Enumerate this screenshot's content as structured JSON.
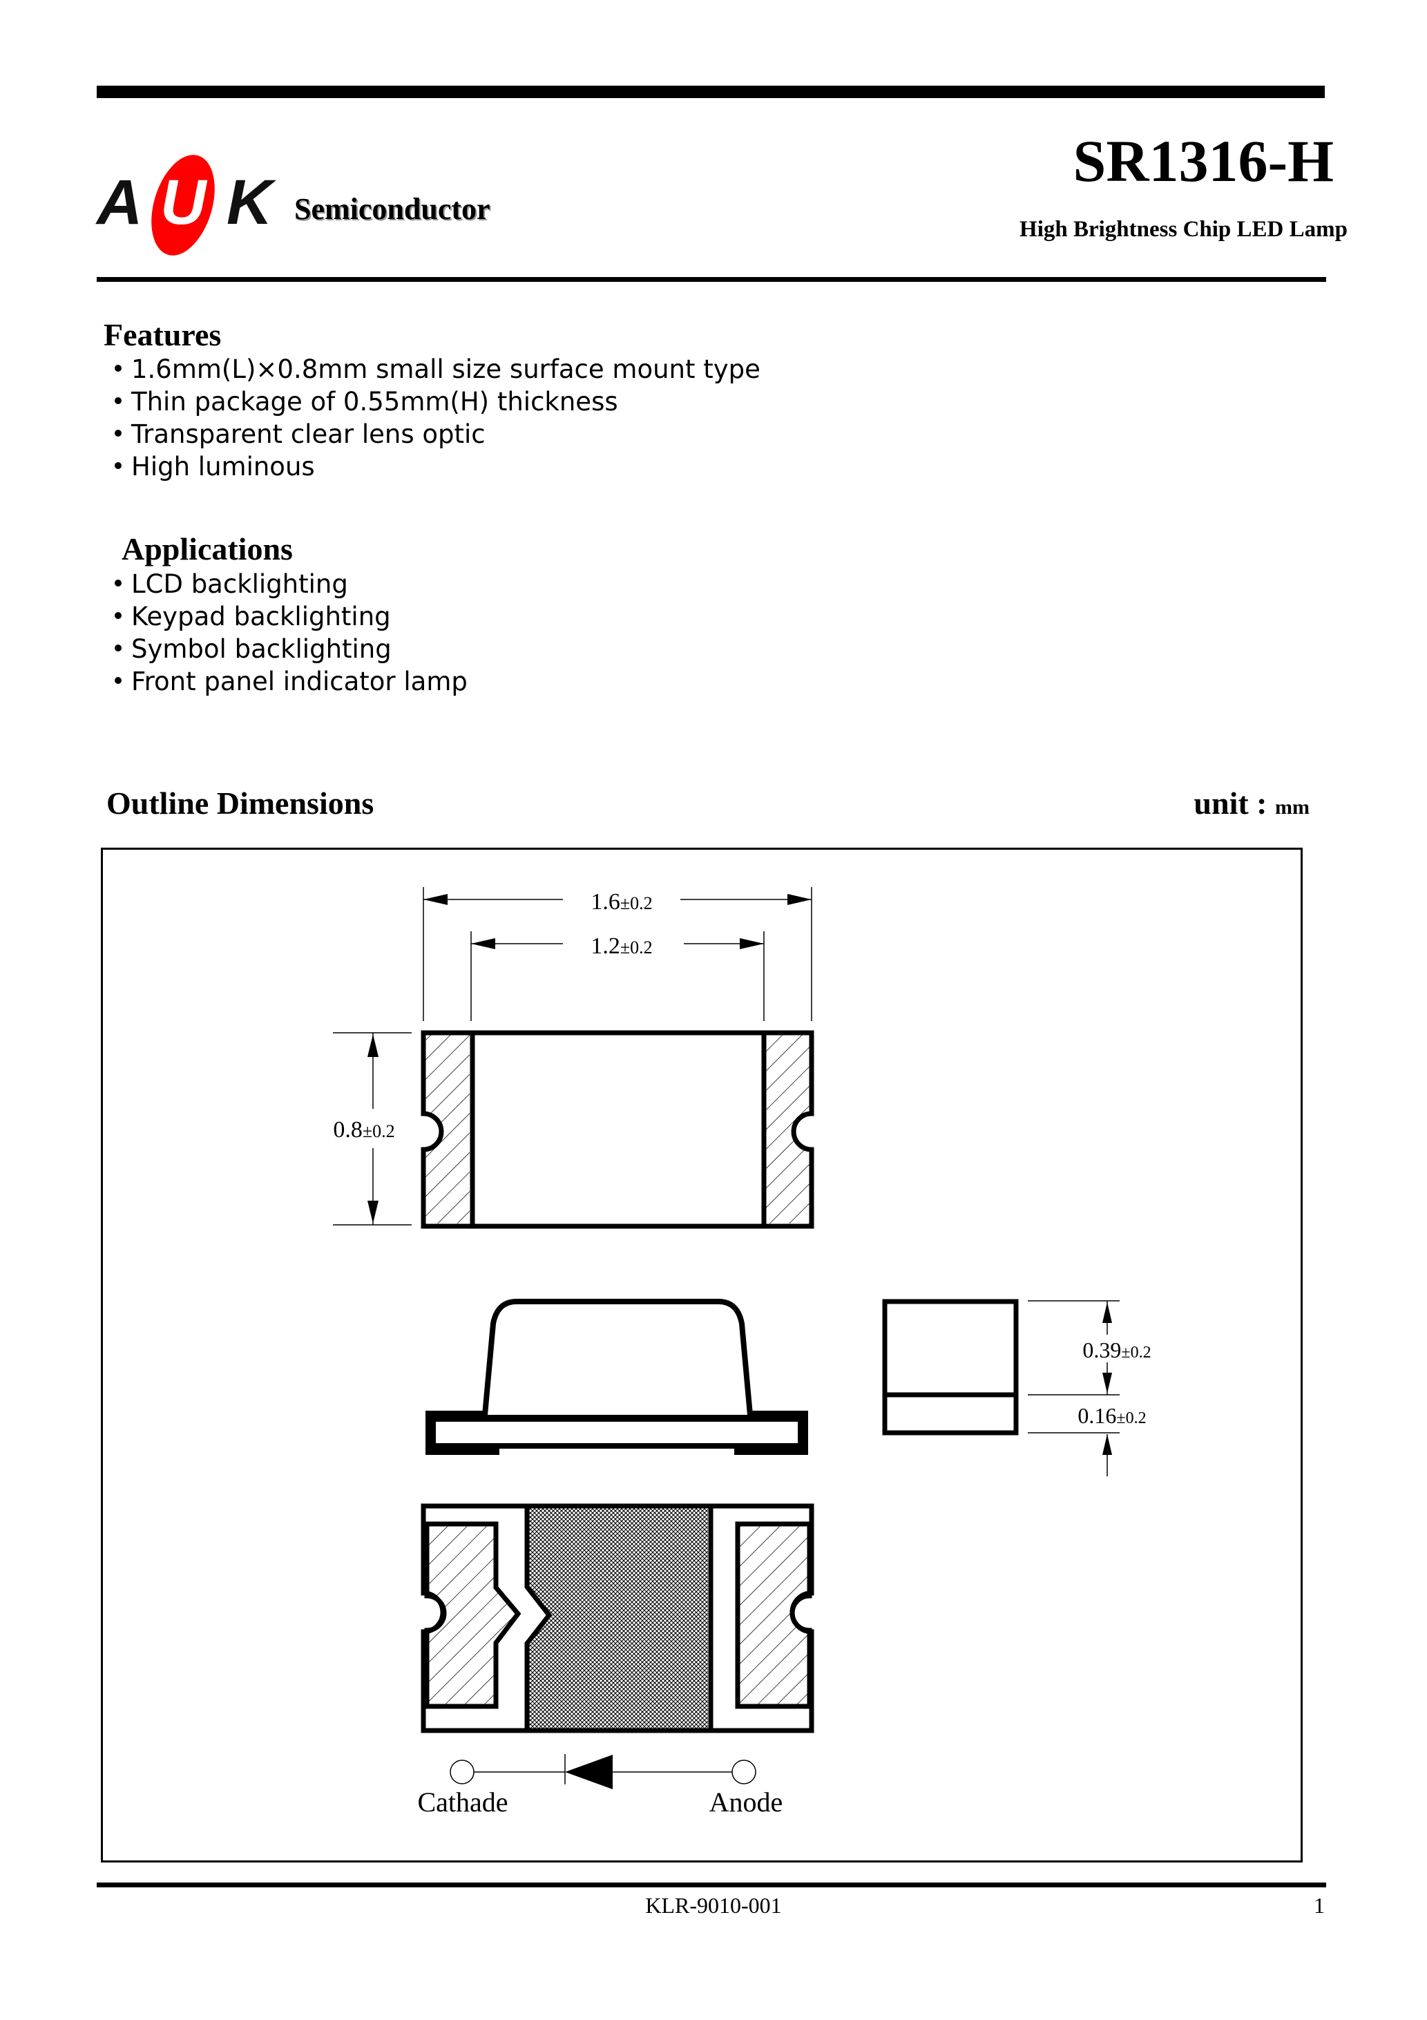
{
  "header": {
    "logo": {
      "letters": [
        "A",
        "U",
        "K"
      ],
      "company": "Semiconductor",
      "accent_color": "#ff0000"
    },
    "part_number": "SR1316-H",
    "product_description": "High Brightness Chip LED Lamp"
  },
  "features": {
    "heading": "Features",
    "items": [
      "1.6mm(L)×0.8mm small size surface mount type",
      "Thin package of 0.55mm(H) thickness",
      "Transparent clear lens optic",
      "High luminous"
    ]
  },
  "applications": {
    "heading": "Applications",
    "items": [
      "LCD backlighting",
      "Keypad backlighting",
      "Symbol backlighting",
      "Front panel indicator lamp"
    ]
  },
  "outline": {
    "heading": "Outline Dimensions",
    "unit_label": "unit :",
    "unit_value": "mm",
    "dimensions": {
      "length_total": {
        "value": "1.6",
        "tol": "±0.2"
      },
      "length_inner": {
        "value": "1.2",
        "tol": "±0.2"
      },
      "width": {
        "value": "0.8",
        "tol": "±0.2"
      },
      "lens_height": {
        "value": "0.39",
        "tol": "±0.2"
      },
      "base_height": {
        "value": "0.16",
        "tol": "±0.2"
      }
    },
    "polarity": {
      "cathode_label": "Cathade",
      "anode_label": "Anode"
    }
  },
  "footer": {
    "doc_code": "KLR-9010-001",
    "page_number": "1"
  }
}
